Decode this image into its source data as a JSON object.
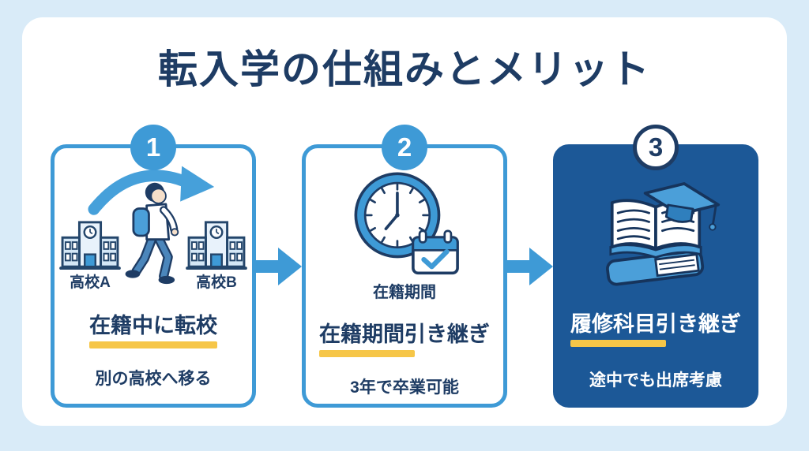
{
  "page": {
    "title": "転入学の仕組みとメリット"
  },
  "palette": {
    "page_background": "#d9ebf8",
    "panel_background": "#ffffff",
    "navy_text": "#1e3c64",
    "accent_blue": "#3e9ad6",
    "dark_card_blue": "#1c5897",
    "highlight_yellow": "#f6c648"
  },
  "cards": [
    {
      "number": "1",
      "icon": "student-transfer-between-schools-icon",
      "school_a": "高校A",
      "school_b": "高校B",
      "title": "在籍中に転校",
      "subtitle": "別の高校へ移る"
    },
    {
      "number": "2",
      "icon": "clock-calendar-icon",
      "icon_label": "在籍期間",
      "title": "在籍期間引き継ぎ",
      "subtitle": "3年で卒業可能"
    },
    {
      "number": "3",
      "icon": "book-graduation-cap-icon",
      "title": "履修科目引き継ぎ",
      "subtitle": "途中でも出席考慮"
    }
  ],
  "arrows": [
    "right",
    "right"
  ]
}
